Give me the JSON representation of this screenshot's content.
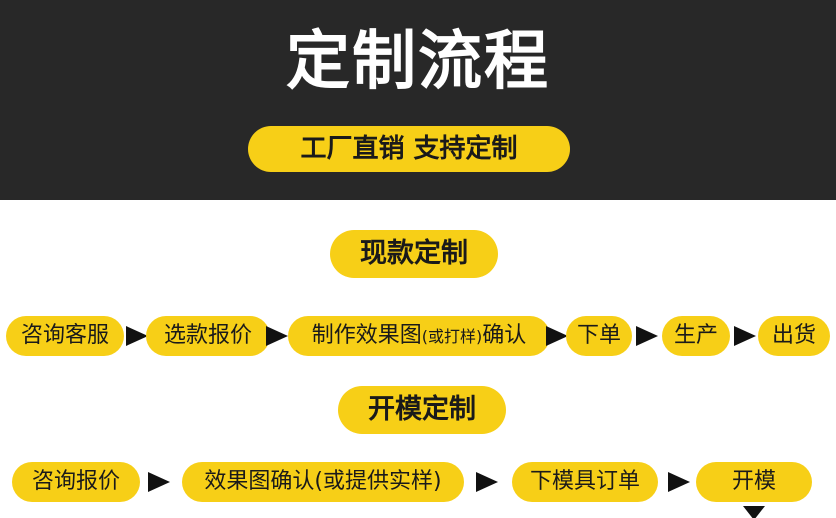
{
  "header": {
    "title": "定制流程",
    "subtitle": "工厂直销 支持定制"
  },
  "section1": {
    "title": "现款定制",
    "steps": [
      {
        "label": "咨询客服"
      },
      {
        "label": "选款报价"
      },
      {
        "label_main": "制作效果图",
        "label_note": "(或打样)",
        "label_tail": "确认"
      },
      {
        "label": "下单"
      },
      {
        "label": "生产"
      },
      {
        "label": "出货"
      }
    ]
  },
  "section2": {
    "title": "开模定制",
    "steps": [
      {
        "label": "咨询报价"
      },
      {
        "label": "效果图确认(或提供实样)"
      },
      {
        "label": "下模具订单"
      },
      {
        "label": "开模"
      }
    ]
  },
  "colors": {
    "header_bg": "#282828",
    "accent": "#f7cf17",
    "arrow": "#111111"
  },
  "icons": {
    "arrow": "arrow-right-icon",
    "arrow_down": "arrow-down-icon"
  }
}
